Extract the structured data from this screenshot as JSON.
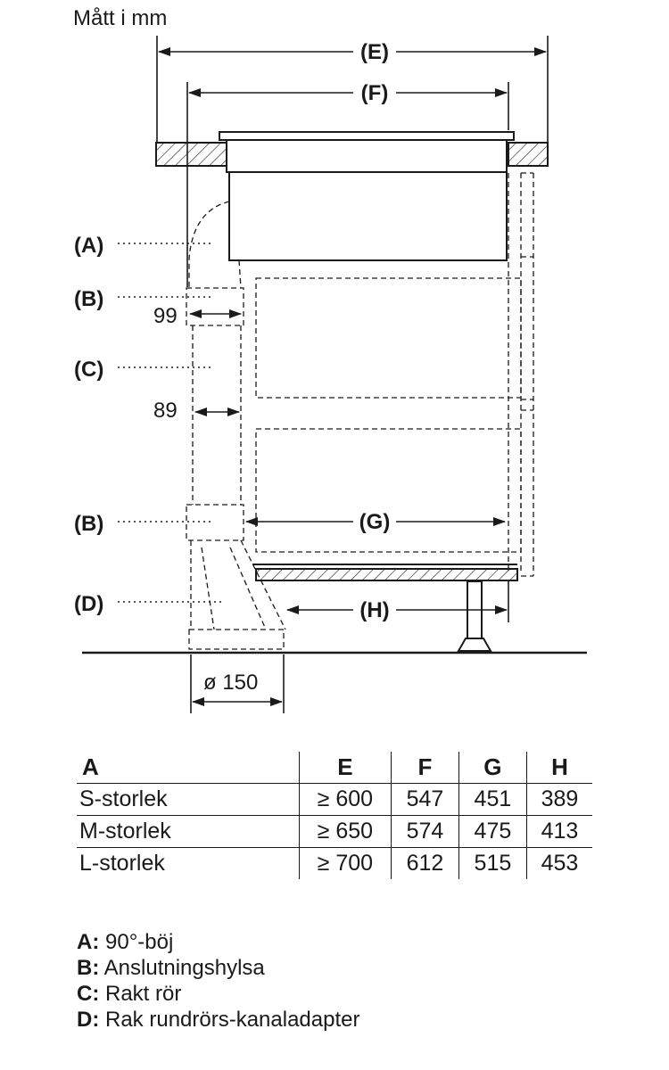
{
  "caption": "Mått i mm",
  "callouts": {
    "E": "(E)",
    "F": "(F)",
    "G": "(G)",
    "H": "(H)",
    "A": "(A)",
    "B_upper": "(B)",
    "C": "(C)",
    "B_lower": "(B)",
    "D": "(D)"
  },
  "measures": {
    "width_upper": "99",
    "width_pipe": "89",
    "diameter": "ø 150"
  },
  "table": {
    "headers": [
      "A",
      "E",
      "F",
      "G",
      "H"
    ],
    "rows": [
      [
        "S-storlek",
        "≥ 600",
        "547",
        "451",
        "389"
      ],
      [
        "M-storlek",
        "≥ 650",
        "574",
        "475",
        "413"
      ],
      [
        "L-storlek",
        "≥ 700",
        "612",
        "515",
        "453"
      ]
    ]
  },
  "legend": [
    {
      "key": "A:",
      "text": "90°-böj"
    },
    {
      "key": "B:",
      "text": "Anslutningshylsa"
    },
    {
      "key": "C:",
      "text": "Rakt rör"
    },
    {
      "key": "D:",
      "text": "Rak rundrörs-kanaladapter"
    }
  ]
}
